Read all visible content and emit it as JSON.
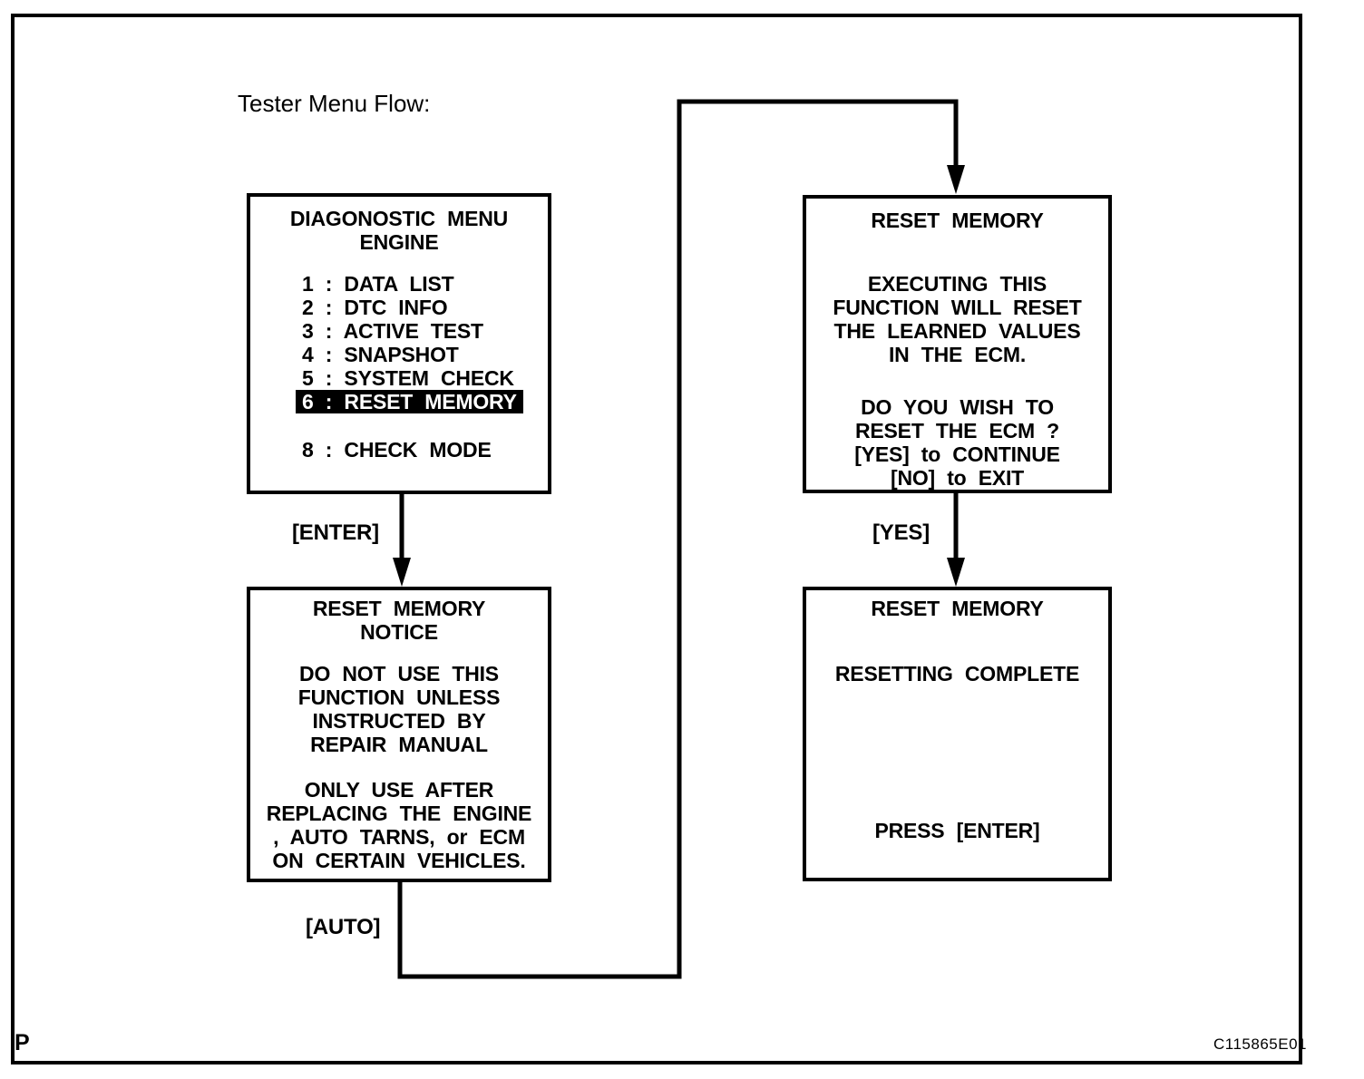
{
  "page": {
    "title": "Tester Menu Flow:",
    "corner_letter": "P",
    "figure_code": "C115865E01"
  },
  "flow": {
    "enter_label": "[ENTER]",
    "yes_label": "[YES]",
    "auto_label": "[AUTO]"
  },
  "screens": {
    "diagnostic_menu": {
      "heading_line1": "DIAGONOSTIC MENU",
      "heading_line2": "ENGINE",
      "items": [
        {
          "label": "1 : DATA LIST",
          "highlighted": false
        },
        {
          "label": "2 : DTC INFO",
          "highlighted": false
        },
        {
          "label": "3 : ACTIVE TEST",
          "highlighted": false
        },
        {
          "label": "4 : SNAPSHOT",
          "highlighted": false
        },
        {
          "label": "5 : SYSTEM CHECK",
          "highlighted": false
        },
        {
          "label": "6 : RESET MEMORY",
          "highlighted": true
        },
        {
          "label": "8 : CHECK MODE",
          "highlighted": false
        }
      ]
    },
    "reset_memory_confirm": {
      "heading": "RESET MEMORY",
      "body1": [
        "EXECUTING THIS",
        "FUNCTION WILL RESET",
        "THE LEARNED VALUES",
        "IN THE ECM."
      ],
      "body2": [
        "DO YOU WISH TO",
        "RESET THE ECM ?",
        "[YES] to CONTINUE",
        "[NO] to EXIT"
      ]
    },
    "reset_memory_notice": {
      "heading_line1": "RESET MEMORY",
      "heading_line2": "NOTICE",
      "body1": [
        "DO NOT USE THIS",
        "FUNCTION UNLESS",
        "INSTRUCTED BY",
        "REPAIR MANUAL"
      ],
      "body2": [
        "ONLY USE AFTER",
        "REPLACING THE ENGINE",
        ", AUTO TARNS, or ECM",
        "ON CERTAIN VEHICLES."
      ]
    },
    "resetting_complete": {
      "heading": "RESET MEMORY",
      "status": "RESETTING COMPLETE",
      "footer": "PRESS [ENTER]"
    }
  }
}
